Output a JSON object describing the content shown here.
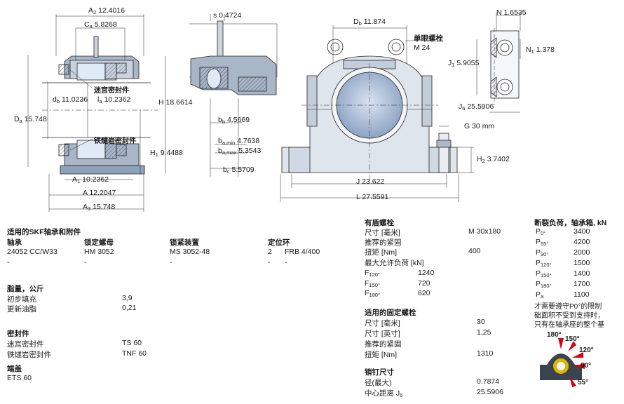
{
  "drawing": {
    "dims": {
      "a2": {
        "sym": "A",
        "sub": "2",
        "val": "12.4016"
      },
      "ca": {
        "sym": "C",
        "sub": "a",
        "val": "5.8268"
      },
      "db_left": {
        "sym": "d",
        "sub": "b",
        "val": "11.0236"
      },
      "da_left": {
        "sym": "D",
        "sub": "a",
        "val": "15.748"
      },
      "la": {
        "sym": "l",
        "sub": "a",
        "val": "10.2362"
      },
      "h": {
        "sym": "H",
        "sub": "",
        "val": "18.6614"
      },
      "h1": {
        "sym": "H",
        "sub": "1",
        "val": "9.4488"
      },
      "a1": {
        "sym": "A",
        "sub": "1",
        "val": "10.2362"
      },
      "a": {
        "sym": "A",
        "sub": "",
        "val": "12.2047"
      },
      "a3": {
        "sym": "A",
        "sub": "3",
        "val": "15.748"
      },
      "s": {
        "sym": "s",
        "sub": "",
        "val": "0.4724"
      },
      "bb": {
        "sym": "b",
        "sub": "b",
        "val": "4.5669"
      },
      "bamin": {
        "sym": "b",
        "sub": "a,min",
        "val": "4.7638"
      },
      "bamax": {
        "sym": "b",
        "sub": "a,max",
        "val": "5.3543"
      },
      "bc": {
        "sym": "b",
        "sub": "c",
        "val": "5.5709"
      },
      "db_center": {
        "sym": "D",
        "sub": "b",
        "val": "11.874"
      },
      "g": {
        "sym": "G",
        "sub": "",
        "val": "30 mm"
      },
      "h2": {
        "sym": "H",
        "sub": "2",
        "val": "3.7402"
      },
      "j": {
        "sym": "J",
        "sub": "",
        "val": "23.622"
      },
      "l": {
        "sym": "L",
        "sub": "",
        "val": "27.5591"
      },
      "n": {
        "sym": "N",
        "sub": "",
        "val": "1.6535"
      },
      "n1": {
        "sym": "N",
        "sub": "1",
        "val": "1.378"
      },
      "j1": {
        "sym": "J",
        "sub": "1",
        "val": "5.9055"
      },
      "j6": {
        "sym": "J",
        "sub": "6",
        "val": "25.5906"
      }
    },
    "labels": {
      "maze_seal": "迷宫密封件",
      "taconite_seal": "铁燧岩密封件",
      "eyebolt": "单眼螺栓",
      "eyebolt_size": "M 24"
    }
  },
  "accessories": {
    "title": "适用的SKF轴承和附件",
    "headers": {
      "bearing": "轴承",
      "locknut": "锁定螺母",
      "lockdevice": "锁紧装置",
      "locating": "定位环"
    },
    "row1": {
      "bearing": "24052 CC/W33",
      "locknut": "HM 3052",
      "lockdevice": "MS 3052-48",
      "qty": "2",
      "locating": "FRB 4/400"
    },
    "row2": {
      "bearing": "-",
      "locknut": "-",
      "lockdevice": "-",
      "qty": "-",
      "locating": "-"
    }
  },
  "grease": {
    "title": "脂量，公斤",
    "rows": [
      {
        "label": "初步填充",
        "value": "3,9"
      },
      {
        "label": "更新油脂",
        "value": "0,21"
      }
    ]
  },
  "seals": {
    "title": "密封件",
    "rows": [
      {
        "label": "迷宫密封件",
        "value": "TS 60"
      },
      {
        "label": "铁燧岩密封件",
        "value": "TNF 60"
      }
    ]
  },
  "endcover": {
    "title": "端盖",
    "value": "ETS 60"
  },
  "cap_bolts": {
    "title": "有盾螺栓",
    "size_label": "尺寸 [毫米]",
    "size_value": "M 30x180",
    "torque_title": "推荐的紧固",
    "torque_label": "扭矩 [Nm]",
    "torque_value": "400",
    "load_title": "最大允许负荷 [kN]",
    "loads": [
      {
        "sym": "F",
        "sub": "120°",
        "value": "1240"
      },
      {
        "sym": "F",
        "sub": "150°",
        "value": "720"
      },
      {
        "sym": "F",
        "sub": "180°",
        "value": "620"
      }
    ]
  },
  "fix_bolts": {
    "title": "适用的固定螺栓",
    "size_mm_label": "尺寸 [毫米]",
    "size_mm_value": "30",
    "size_in_label": "尺寸 [英寸]",
    "size_in_value": "1,25",
    "torque_title": "推荐的紧固",
    "torque_label": "扭矩 [Nm]",
    "torque_value": "1310"
  },
  "dowel": {
    "title": "销钉尺寸",
    "rows": [
      {
        "label": "径(最大)",
        "value": "0.7874"
      },
      {
        "label": "中心距离 J",
        "sub": "6",
        "value": "25.5906"
      }
    ]
  },
  "breaking": {
    "title": "断裂负荷，轴承箱, kN",
    "rows": [
      {
        "sym": "P",
        "sub": "0°",
        "value": "3400"
      },
      {
        "sym": "P",
        "sub": "55°",
        "value": "4200"
      },
      {
        "sym": "P",
        "sub": "90°",
        "value": "2000"
      },
      {
        "sym": "P",
        "sub": "120°",
        "value": "1500"
      },
      {
        "sym": "P",
        "sub": "150°",
        "value": "1400"
      },
      {
        "sym": "P",
        "sub": "180°",
        "value": "1700"
      },
      {
        "sym": "P",
        "sub": "a",
        "value": "1100"
      }
    ],
    "note1": "才需要遵守P0°的限制",
    "note2": "础面积不受到支持时，",
    "note3": "只有在轴承座的整个基",
    "angles": [
      "180°",
      "150°",
      "120°",
      "90°",
      "55°"
    ]
  }
}
